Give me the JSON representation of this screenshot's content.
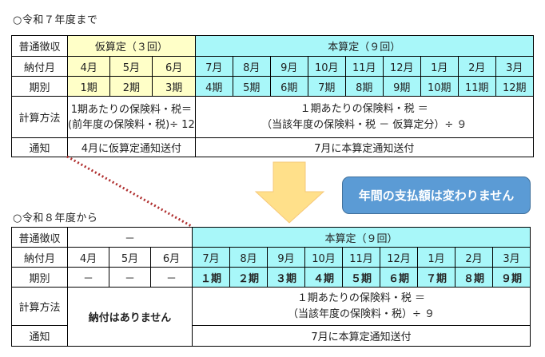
{
  "colors": {
    "provisional_yellow": "#FFFFC8",
    "final_cyan": "#A8F7F9",
    "callout_blue": "#5B9BD5",
    "dotted_line_red": "#B03030",
    "arrow_fill": "#FFE08A"
  },
  "before": {
    "heading": "○令和７年度まで",
    "row_collection": {
      "label": "普通徴収",
      "provisional": "仮算定（３回）",
      "final": "本算定（９回）"
    },
    "row_months": {
      "label": "納付月",
      "cells": [
        "4月",
        "5月",
        "6月",
        "7月",
        "8月",
        "9月",
        "10月",
        "11月",
        "12月",
        "1月",
        "2月",
        "3月"
      ]
    },
    "row_periods": {
      "label": "期別",
      "cells": [
        "1期",
        "2期",
        "3期",
        "4期",
        "5期",
        "6期",
        "7期",
        "8期",
        "9期",
        "10期",
        "11期",
        "12期"
      ]
    },
    "row_method": {
      "label": "計算方法",
      "provisional_line1": "1期あたりの保険料・税＝",
      "provisional_line2": "(前年度の保険料・税)÷ 12",
      "final_line1": "１期あたりの保険料・税 ＝",
      "final_line2": "（当該年度の保険料・税 － 仮算定分）÷ ９"
    },
    "row_notice": {
      "label": "通知",
      "provisional": "4月に仮算定通知送付",
      "final": "7月に本算定通知送付"
    }
  },
  "callout": {
    "text": "年間の支払額は変わりません",
    "arrow_icon": "down-arrow"
  },
  "after": {
    "heading": "○令和８年度から",
    "row_collection": {
      "label": "普通徴収",
      "provisional": "－",
      "final": "本算定（９回）"
    },
    "row_months": {
      "label": "納付月",
      "cells": [
        "4月",
        "5月",
        "6月",
        "7月",
        "8月",
        "9月",
        "10月",
        "11月",
        "12月",
        "1月",
        "2月",
        "3月"
      ]
    },
    "row_periods": {
      "label": "期別",
      "cells": [
        "－",
        "－",
        "－",
        "１期",
        "２期",
        "３期",
        "４期",
        "５期",
        "６期",
        "７期",
        "８期",
        "９期"
      ]
    },
    "row_method": {
      "label": "計算方法",
      "no_payment": "納付はありません",
      "final_line1": "１期あたりの保険料・税 ＝",
      "final_line2": "（当該年度の保険料・税）÷ ９"
    },
    "row_notice": {
      "label": "通知",
      "final": "7月に本算定通知送付"
    }
  }
}
